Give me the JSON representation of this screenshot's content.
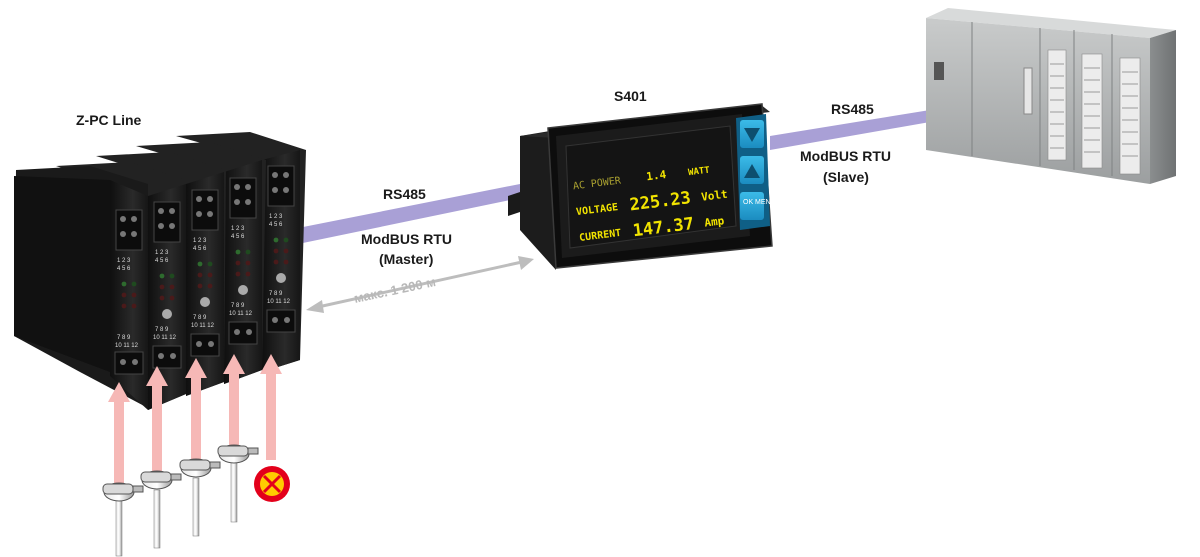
{
  "labels": {
    "zpc_line": "Z-PC Line",
    "s401": "S401",
    "rs485_left": "RS485",
    "modbus_master_line1": "ModBUS RTU",
    "modbus_master_line2": "(Master)",
    "rs485_right": "RS485",
    "modbus_slave_line1": "ModBUS RTU",
    "modbus_slave_line2": "(Slave)",
    "distance": "макс. 1 200 м"
  },
  "display": {
    "row1_label": "AC POWER",
    "row1_value": "1.4",
    "row1_unit": "WATT",
    "row2_label": "VOLTAGE",
    "row2_value": "225.23",
    "row2_unit": "Volt",
    "row3_label": "CURRENT",
    "row3_value": "147.37",
    "row3_unit": "Amp",
    "ok_button_label": "OK MENU"
  },
  "terminals": {
    "top_row1": "1 2 3",
    "top_row2": "4 5 6",
    "bottom_row1": "7 8 9",
    "bottom_row2": "10 11 12"
  },
  "colors": {
    "bus_line": "#a9a0d6",
    "arrow": "#f6b8b6",
    "lcd_text": "#f2e400",
    "panel_button": "#2aa9dd",
    "lamp": "#e3001b"
  }
}
